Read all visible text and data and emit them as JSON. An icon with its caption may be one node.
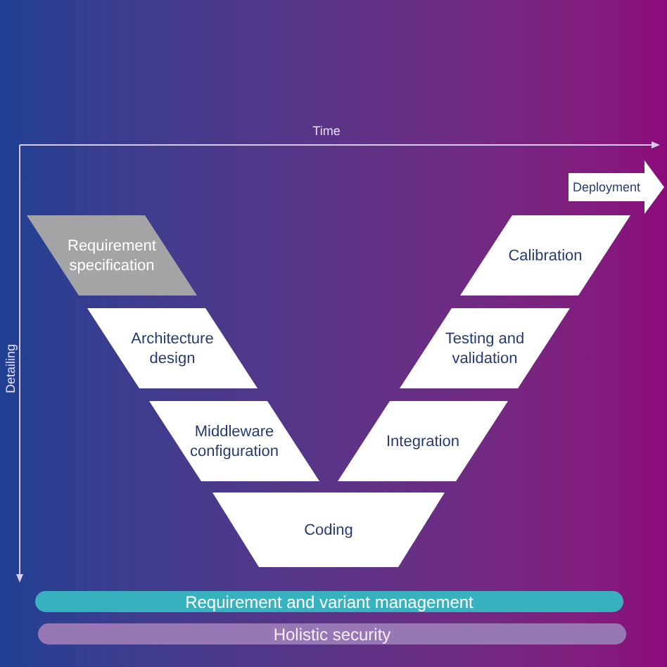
{
  "diagram": {
    "nodes": [
      {
        "text": [
          "Requirement specification"
        ]
      },
      {
        "text": [
          "Architecture design"
        ]
      },
      {
        "text": [
          "Middleware configuration"
        ]
      },
      {
        "text": [
          "Coding"
        ]
      },
      {
        "text": [
          "Integration"
        ]
      },
      {
        "text": [
          "Testing and validation"
        ]
      },
      {
        "text": [
          "Calibration"
        ]
      },
      {
        "text": [
          "Deployment"
        ]
      },
      {
        "text": [
          "Requirement and variant management"
        ]
      },
      {
        "text": [
          "Holistic security"
        ]
      }
    ],
    "labels": [
      "Time",
      "Detailing"
    ]
  }
}
